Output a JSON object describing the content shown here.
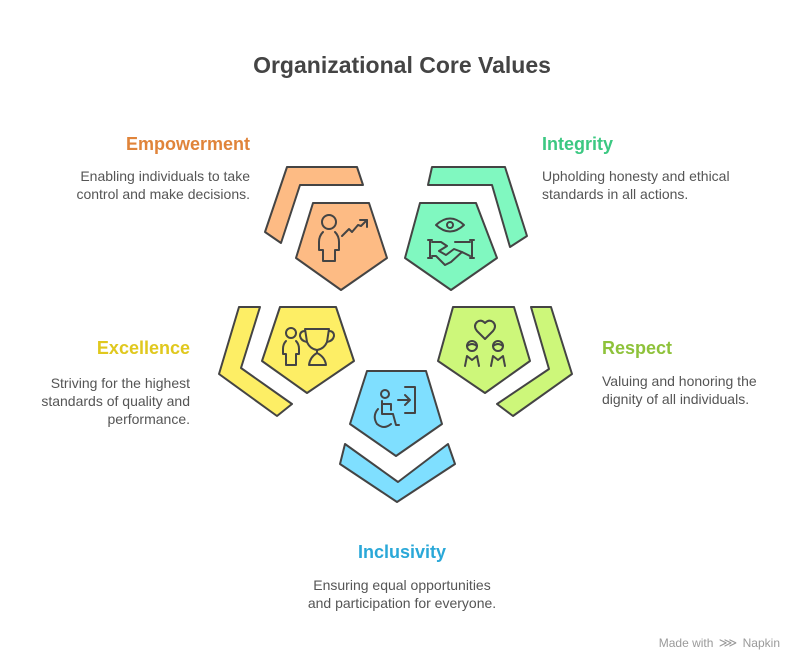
{
  "title": "Organizational Core Values",
  "values": [
    {
      "key": "empowerment",
      "title": "Empowerment",
      "description_lines": [
        "Enabling individuals to take",
        "control and make decisions."
      ],
      "color": "#fdbb84",
      "title_color": "#e0843a",
      "icon": "person-growth-arrow-icon"
    },
    {
      "key": "integrity",
      "title": "Integrity",
      "description_lines": [
        "Upholding honesty and ethical",
        "standards in all actions."
      ],
      "color": "#80f8c0",
      "title_color": "#3cc882",
      "icon": "eye-handshake-icon"
    },
    {
      "key": "excellence",
      "title": "Excellence",
      "description_lines": [
        "Striving for the highest",
        "standards of quality and",
        "performance."
      ],
      "color": "#fdee65",
      "title_color": "#e0c81e",
      "icon": "person-trophy-icon"
    },
    {
      "key": "respect",
      "title": "Respect",
      "description_lines": [
        "Valuing and honoring the",
        "dignity of all individuals."
      ],
      "color": "#cdf77a",
      "title_color": "#8ec23a",
      "icon": "two-people-heart-icon"
    },
    {
      "key": "inclusivity",
      "title": "Inclusivity",
      "description_lines": [
        "Ensuring equal opportunities",
        "and participation for everyone."
      ],
      "color": "#7fdfff",
      "title_color": "#2aa8d8",
      "icon": "wheelchair-enter-icon"
    }
  ],
  "stroke_color": "#444444",
  "footer": {
    "made_with": "Made with",
    "brand": "Napkin",
    "brand_icon": "napkin-logo-icon"
  }
}
